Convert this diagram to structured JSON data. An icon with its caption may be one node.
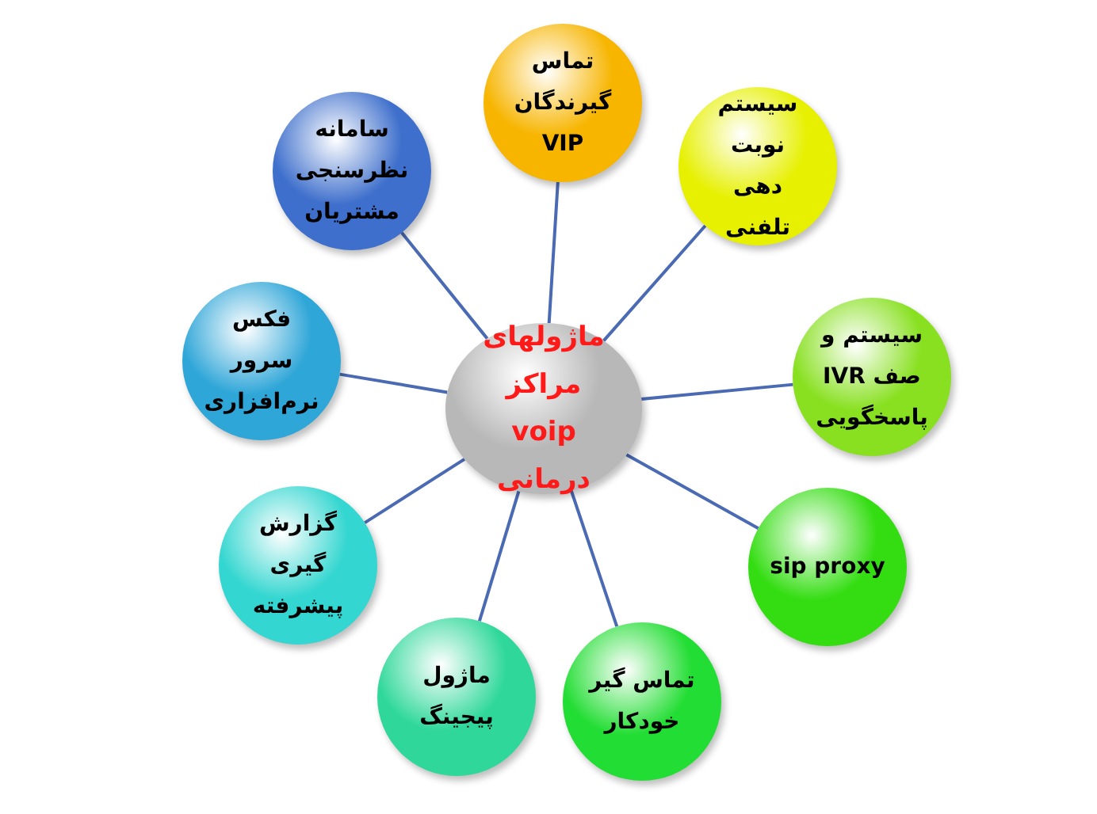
{
  "diagram": {
    "nodes": [
      {
        "text": [
          "ماژولهای مراکز voip درمانی"
        ]
      },
      {
        "text": [
          "تماس گیرندگان VIP"
        ]
      },
      {
        "text": [
          "سیستم نوبت دهی تلفنی"
        ]
      },
      {
        "text": [
          "سیستم و صف IVR پاسخگویی"
        ]
      },
      {
        "text": [
          "sip proxy"
        ]
      },
      {
        "text": [
          "تماس گیر خودکار"
        ]
      },
      {
        "text": [
          "ماژول پیجینگ"
        ]
      },
      {
        "text": [
          "گزارش گیری پیشرفته"
        ]
      },
      {
        "text": [
          "فکس سرور نرم‌افزاری"
        ]
      },
      {
        "text": [
          "سامانه نظرسنجی مشتریان"
        ]
      }
    ],
    "edges": [
      {
        "from": 0,
        "to": 1,
        "arrow": "none"
      },
      {
        "from": 0,
        "to": 2,
        "arrow": "none"
      },
      {
        "from": 0,
        "to": 3,
        "arrow": "none"
      },
      {
        "from": 0,
        "to": 4,
        "arrow": "none"
      },
      {
        "from": 0,
        "to": 5,
        "arrow": "none"
      },
      {
        "from": 0,
        "to": 6,
        "arrow": "none"
      },
      {
        "from": 0,
        "to": 7,
        "arrow": "none"
      },
      {
        "from": 0,
        "to": 8,
        "arrow": "none"
      },
      {
        "from": 0,
        "to": 9,
        "arrow": "none"
      }
    ]
  }
}
